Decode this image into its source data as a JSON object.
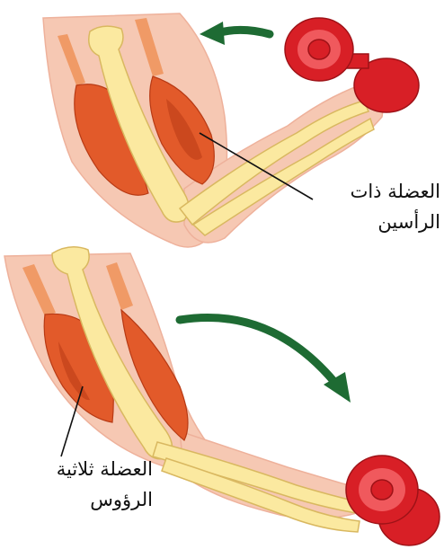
{
  "labels": {
    "biceps": {
      "line1": "العضلة ذات",
      "line2": "الرأسين"
    },
    "triceps": {
      "line1": "العضلة ثلاثية",
      "line2": "الرؤوس"
    }
  },
  "colors": {
    "skin": "#f6c8b3",
    "skin_shadow": "#eeb19b",
    "muscle": "#e25a2a",
    "muscle_dark": "#b83a14",
    "tendon": "#f09a66",
    "bone": "#fbe9a0",
    "bone_outline": "#d9b860",
    "dumbbell": "#d81f26",
    "dumbbell_light": "#f0595d",
    "arrow": "#1e6b33"
  },
  "icons": [
    "curved-arrow-icon",
    "dumbbell-icon"
  ]
}
